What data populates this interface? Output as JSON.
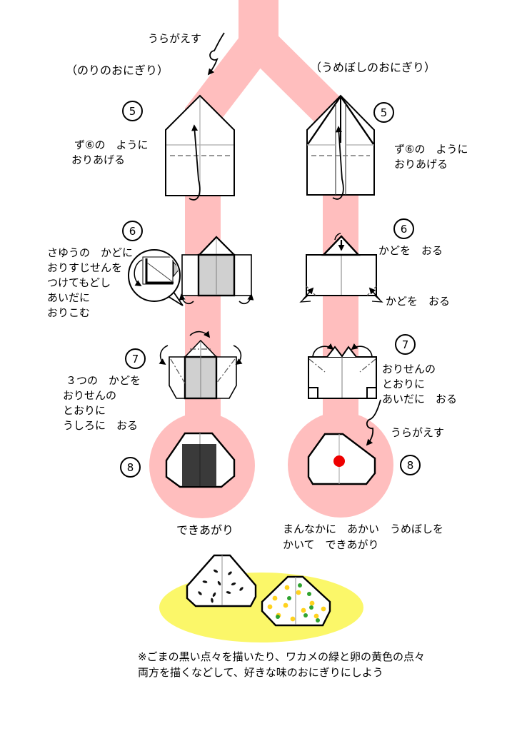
{
  "header": {
    "flip_label": "うらがえす",
    "left_title": "（のりのおにぎり）",
    "right_title": "（うめぼしのおにぎり）"
  },
  "left": {
    "step5_num": "5",
    "step5_lines": [
      "ず⑥の　ように",
      "おりあげる"
    ],
    "step6_num": "6",
    "step6_lines": [
      "さゆうの　かどに",
      "おりすじせんを",
      "つけてもどし",
      "あいだに",
      "おりこむ"
    ],
    "step7_num": "7",
    "step7_lines": [
      "３つの　かどを",
      "おりせんの",
      "とおりに",
      "うしろに　おる"
    ],
    "step8_num": "8",
    "step8_caption": "できあがり"
  },
  "right": {
    "step5_num": "5",
    "step5_lines": [
      "ず⑥の　ように",
      "おりあげる"
    ],
    "step6_num": "6",
    "step6_label_top": "かどを　おる",
    "step6_label_bottom": "かどを　おる",
    "step7_num": "7",
    "step7_lines": [
      "おりせんの",
      "とおりに",
      "あいだに　おる"
    ],
    "step7_flip_label": "うらがえす",
    "step8_num": "8",
    "step8_caption_lines": [
      "まんなかに　あかい　うめぼしを",
      "かいて　できあがり"
    ]
  },
  "footer": {
    "note_lines": [
      "※ごまの黒い点々を描いたり、ワカメの緑と卵の黄色の点々",
      "両方を描くなどして、好きな味のおにぎりにしよう"
    ]
  },
  "colors": {
    "flow_pink": "#FFBEBE",
    "fold_gray": "#D0D0D0",
    "nori_dark": "#3A3A3A",
    "umeboshi_red": "#EE0000",
    "plate_yellow": "#FBF769",
    "egg_yellow": "#FFD21E",
    "wakame_green": "#2FA32F",
    "sesame_black": "#111111"
  }
}
